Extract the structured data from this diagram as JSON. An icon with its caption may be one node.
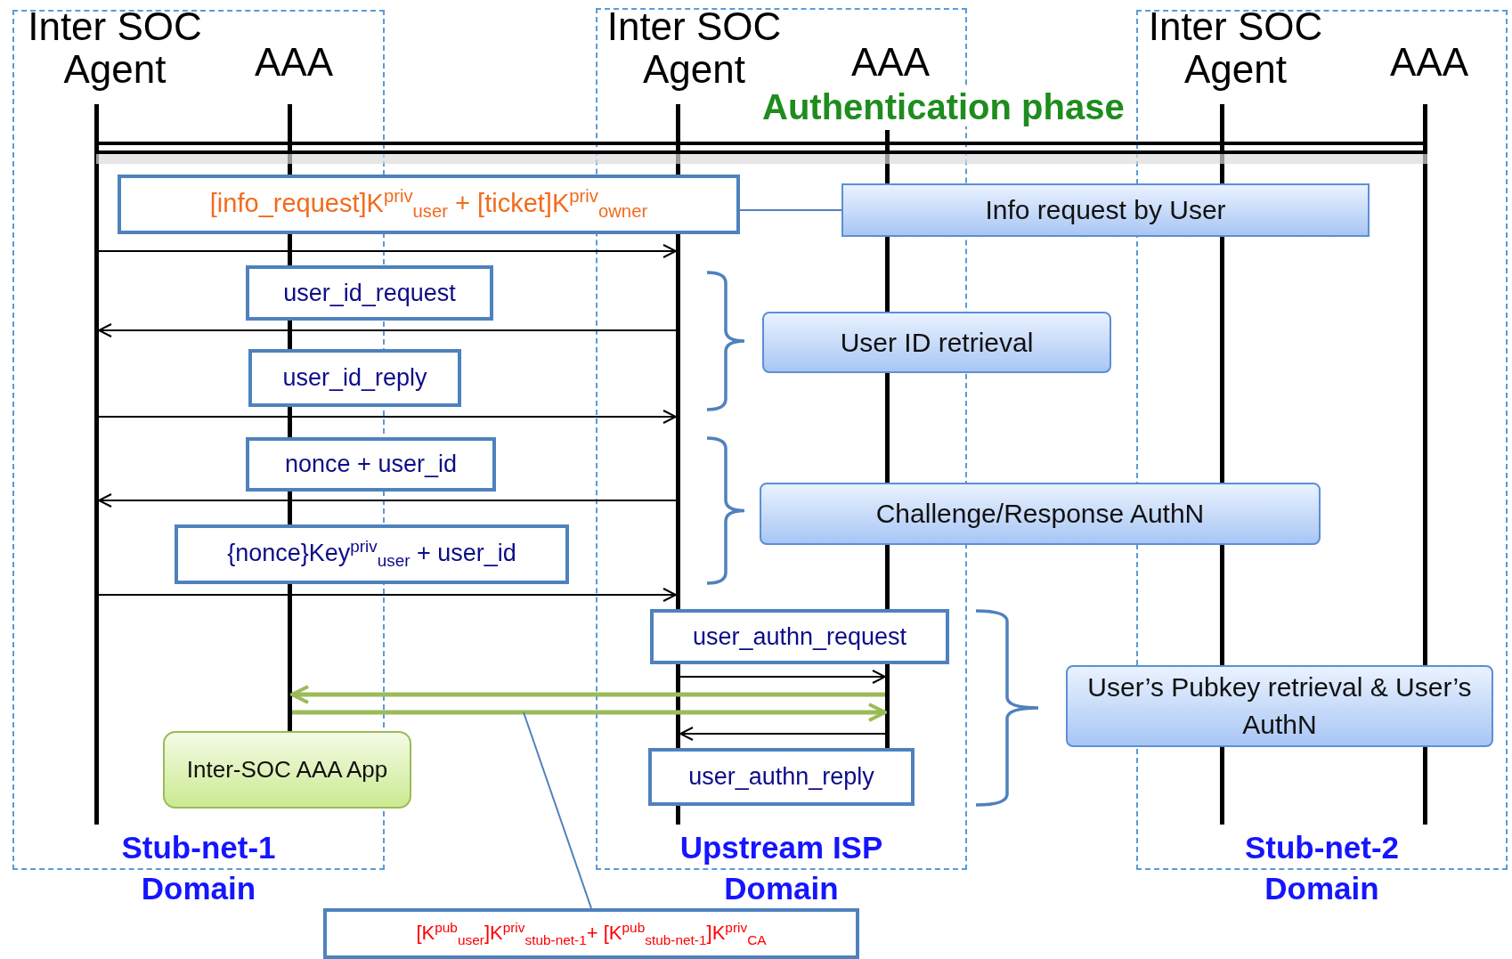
{
  "diagram": {
    "nodes": [
      {
        "text": [
          "Stub-net-1 Domain"
        ]
      },
      {
        "text": [
          "Inter SOC Agent"
        ],
        "in": 0
      },
      {
        "text": [
          "AAA"
        ],
        "in": 0
      },
      {
        "text": [],
        "shape": "bar",
        "in": 0
      },
      {
        "text": [],
        "shape": "bar",
        "in": 0
      },
      {
        "text": [
          "Upstream ISP Domain"
        ]
      },
      {
        "text": [
          "Inter SOC Agent"
        ],
        "in": 5
      },
      {
        "text": [
          "AAA"
        ],
        "in": 5
      },
      {
        "text": [],
        "shape": "bar",
        "in": 5
      },
      {
        "text": [],
        "shape": "bar",
        "in": 5
      },
      {
        "text": [
          "Stub-net-2 Domain"
        ]
      },
      {
        "text": [
          "Inter SOC Agent"
        ],
        "in": 10
      },
      {
        "text": [
          "AAA"
        ],
        "in": 10
      },
      {
        "text": [],
        "shape": "bar",
        "in": 10
      },
      {
        "text": [],
        "shape": "bar",
        "in": 10
      },
      {
        "text": [
          "[info_request]K$^{priv}$$_{user}$ +  [ticket]K$^{priv}$$_{owner}$"
        ]
      },
      {
        "text": [
          "Info request by User"
        ]
      },
      {
        "text": [
          "user_id_request"
        ]
      },
      {
        "text": [
          "user_id_reply"
        ]
      },
      {
        "text": [
          "User ID retrieval"
        ]
      },
      {
        "text": [
          "nonce + user_id"
        ]
      },
      {
        "text": [
          "{nonce}Key$^{priv}$$_{user}$ + user_id"
        ]
      },
      {
        "text": [
          "Challenge/Response AuthN"
        ]
      },
      {
        "text": [
          "user_authn_request"
        ],
        "in": 5
      },
      {
        "text": [
          "user_authn_reply"
        ],
        "in": 5
      },
      {
        "text": [
          "User’s Pubkey retrieval & User’s AuthN"
        ]
      },
      {
        "text": [
          "Inter-SOC AAA App"
        ]
      },
      {
        "text": [
          "[K$^{pub}$$_{user}$]K$^{priv}$$_{stub-net-1}$+ [K$^{pub}$$_{stub-net-1}$]K$^{priv}$$_{CA}$"
        ]
      }
    ],
    "edges": [
      {
        "from": 3,
        "to": 8,
        "arrow": "to"
      },
      {
        "from": 8,
        "to": 3,
        "arrow": "to"
      },
      {
        "from": 3,
        "to": 8,
        "arrow": "to"
      },
      {
        "from": 8,
        "to": 3,
        "arrow": "to"
      },
      {
        "from": 3,
        "to": 8,
        "arrow": "to"
      },
      {
        "from": 8,
        "to": 9,
        "arrow": "to"
      },
      {
        "from": 9,
        "to": 4,
        "arrow": "to",
        "style": "thick",
        "color": "#9bbb59"
      },
      {
        "from": 4,
        "to": 9,
        "arrow": "to",
        "style": "thick",
        "color": "#9bbb59"
      },
      {
        "from": 9,
        "to": 8,
        "arrow": "to"
      },
      {
        "from": 15,
        "to": 16,
        "arrow": "none",
        "color": "#4f81bd"
      },
      {
        "from": 27,
        "to": null,
        "arrow": "none",
        "color": "#4f81bd"
      }
    ],
    "labels": [
      "Authentication phase"
    ]
  }
}
